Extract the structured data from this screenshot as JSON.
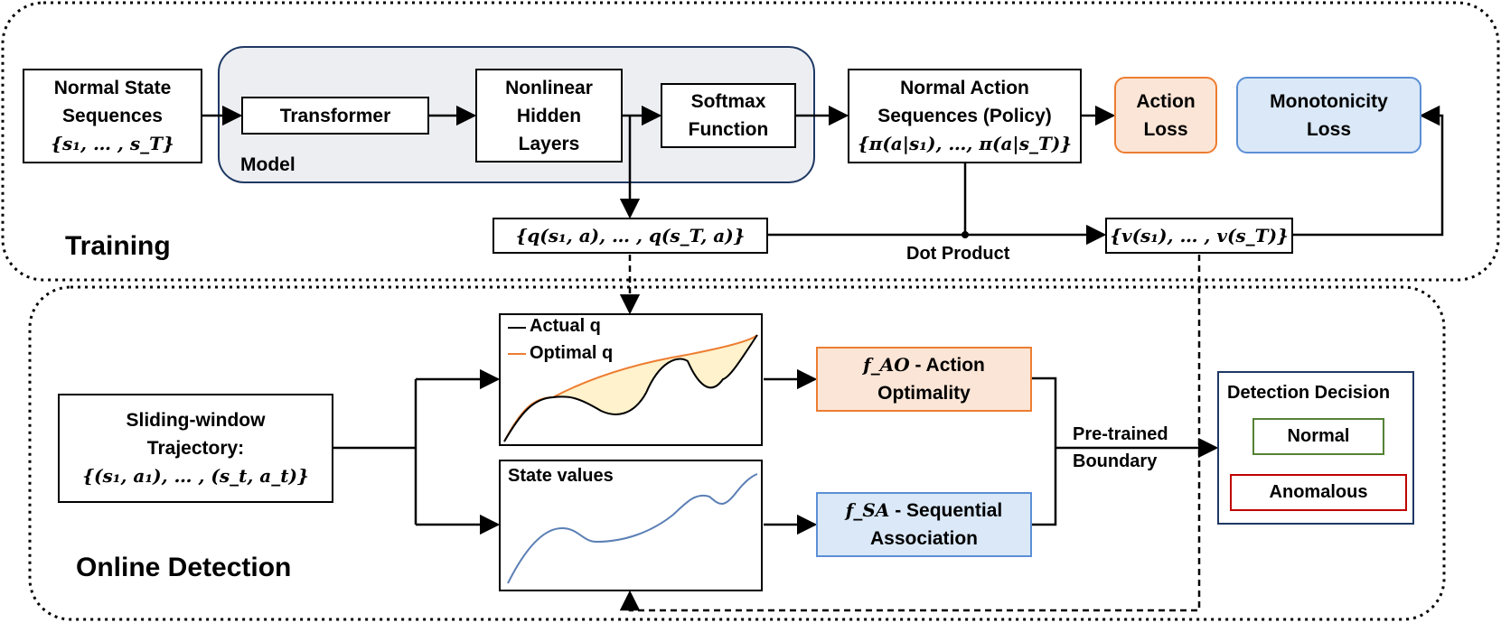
{
  "training": {
    "section_label": "Training",
    "input_box": {
      "line1": "Normal State",
      "line2": "Sequences",
      "math": "{s₁, … , s_T}"
    },
    "model_label": "Model",
    "transformer": "Transformer",
    "hidden": {
      "line1": "Nonlinear",
      "line2": "Hidden",
      "line3": "Layers"
    },
    "softmax": {
      "line1": "Softmax",
      "line2": "Function"
    },
    "policy": {
      "line1": "Normal Action",
      "line2": "Sequences (Policy)",
      "math": "{π(a|s₁), …, π(a|s_T)}"
    },
    "action_loss": {
      "line1": "Action",
      "line2": "Loss"
    },
    "mono_loss": {
      "line1": "Monotonicity",
      "line2": "Loss"
    },
    "q_values": "{q(s₁, a), … , q(s_T, a)}",
    "dot_product": "Dot Product",
    "v_values": "{v(s₁), … , v(s_T)}"
  },
  "detection": {
    "section_label": "Online Detection",
    "trajectory": {
      "line1": "Sliding-window",
      "line2": "Trajectory:",
      "math": "{(s₁, a₁), … , (s_t, a_t)}"
    },
    "q_plot_legend": {
      "actual": "Actual q",
      "optimal": "Optimal q"
    },
    "state_plot_title": "State values",
    "fao": {
      "symbol": "f_AO",
      "rest": " - Action",
      "line2": "Optimality"
    },
    "fsa": {
      "symbol": "f_SA",
      "rest": " - Sequential",
      "line2": "Association"
    },
    "boundary": {
      "line1": "Pre-trained",
      "line2": "Boundary"
    },
    "decision": {
      "title": "Detection Decision",
      "normal": "Normal",
      "anomalous": "Anomalous"
    }
  },
  "colors": {
    "model_fill": "#eceef2",
    "model_border": "#1f3864",
    "orange_fill": "#fbe5d6",
    "orange_border": "#ed7d31",
    "blue_fill": "#dae8f7",
    "blue_border": "#5b8fd6",
    "actual_line": "#000000",
    "optimal_line": "#ed7d31",
    "gap_fill": "#fff2cc",
    "state_line": "#5b7fb5",
    "normal_border": "#548235",
    "anomalous_border": "#c00000",
    "decision_border": "#1f3864"
  }
}
